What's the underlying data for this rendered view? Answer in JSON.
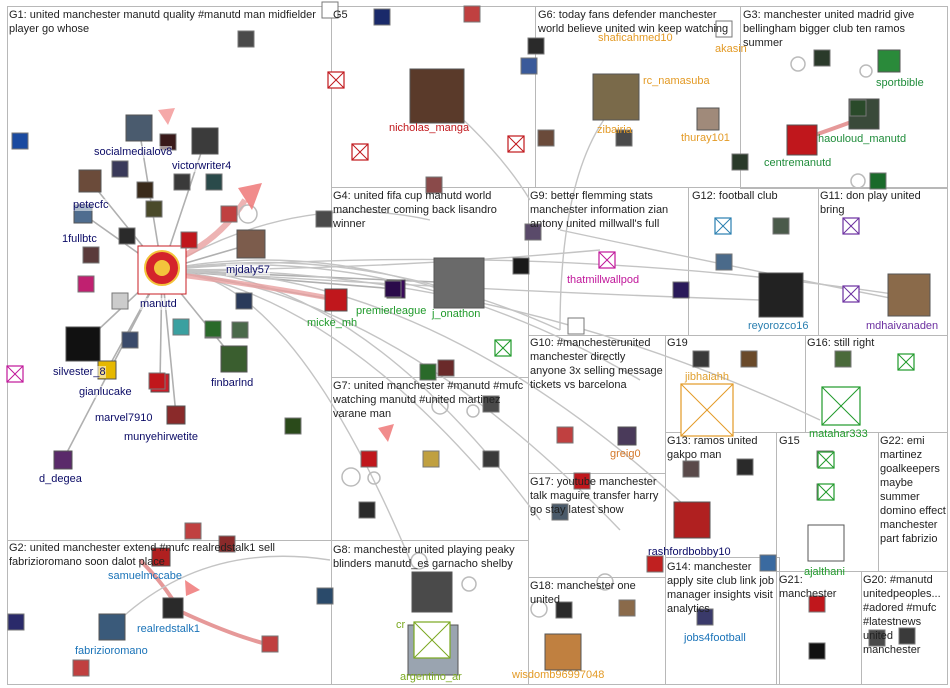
{
  "group_titles": [
    "G1: united manchester manutd quality #manutd man midfielder player go whose",
    "G2: united manchester extend #mufc realredstalk1 sell fabrizioromano soon dalot place",
    "G3: manchester united madrid give bellingham bigger club ten ramos summer",
    "G4: united fifa cup manutd world manchester coming back lisandro winner",
    "G5",
    "G6: today fans defender manchester world believe united win keep watching",
    "G7: united manchester #manutd #mufc watching manutd #united martinez varane man",
    "G8: manchester united playing peaky blinders manutd_es garnacho shelby",
    "G9: better flemming stats manchester information zian antony united millwall's full",
    "G10: #manchesterunited manchester directly anyone 3x selling message tickets vs barcelona",
    "G11: don play united bring",
    "G12: football club",
    "G13: ramos united gakpo man",
    "G14: manchester apply site club link job manager insights visit analytics",
    "G15",
    "G16: still right",
    "G17: youtube manchester talk maguire transfer harry go stay latest show",
    "G18: manchester one united",
    "G19",
    "G20: #manutd unitedpeoples... #adored #mufc #latestnews united manchester",
    "G21: manchester",
    "G22: emi martinez goalkeepers maybe summer domino effect manchester part fabrizio"
  ],
  "labels": {
    "manutd": "manutd",
    "socialmedialov8": "socialmedialov8",
    "victorwriter4": "victorwriter4",
    "petecfc": "petecfc",
    "fullbtc": "1fullbtc",
    "mjdaly57": "mjdaly57",
    "silvester_8": "silvester_8",
    "gianlucake": "gianlucake",
    "marvel7910": "marvel7910",
    "finbarlnd": "finbarlnd",
    "munyehirwetite": "munyehirwetite",
    "d_degea": "d_degea",
    "samuelmccabe": "samuelmccabe",
    "realredstalk1": "realredstalk1",
    "fabrizioromano": "fabrizioromano",
    "nicholas_manga": "nicholas_manga",
    "shaficahmed10": "shaficahmed10",
    "akasin": "akasin",
    "rc_namasuba": "rc_namasuba",
    "zibairia": "zibairia",
    "thuray101": "thuray101",
    "sportbible": "sportbible",
    "haouloud_manutd": "haouloud_manutd",
    "centremanutd": "centremanutd",
    "premierleague": "premierleague",
    "micke_mh": "micke_mh",
    "j_onathon": "j_onathon",
    "thatmillwallpod": "thatmillwallpod",
    "reyorozco16": "reyorozco16",
    "mdhaivanaden": "mdhaivanaden",
    "greig0": "greig0",
    "jibhaiahh": "jibhaiahh",
    "matahar333": "matahar333",
    "rashfordbobby10": "rashfordbobby10",
    "jobs4football": "jobs4football",
    "ajalthani": "ajalthani",
    "argentino_ar": "argentino_ar",
    "wisdomb96997048": "wisdomb96997048",
    "cr": "cr"
  }
}
